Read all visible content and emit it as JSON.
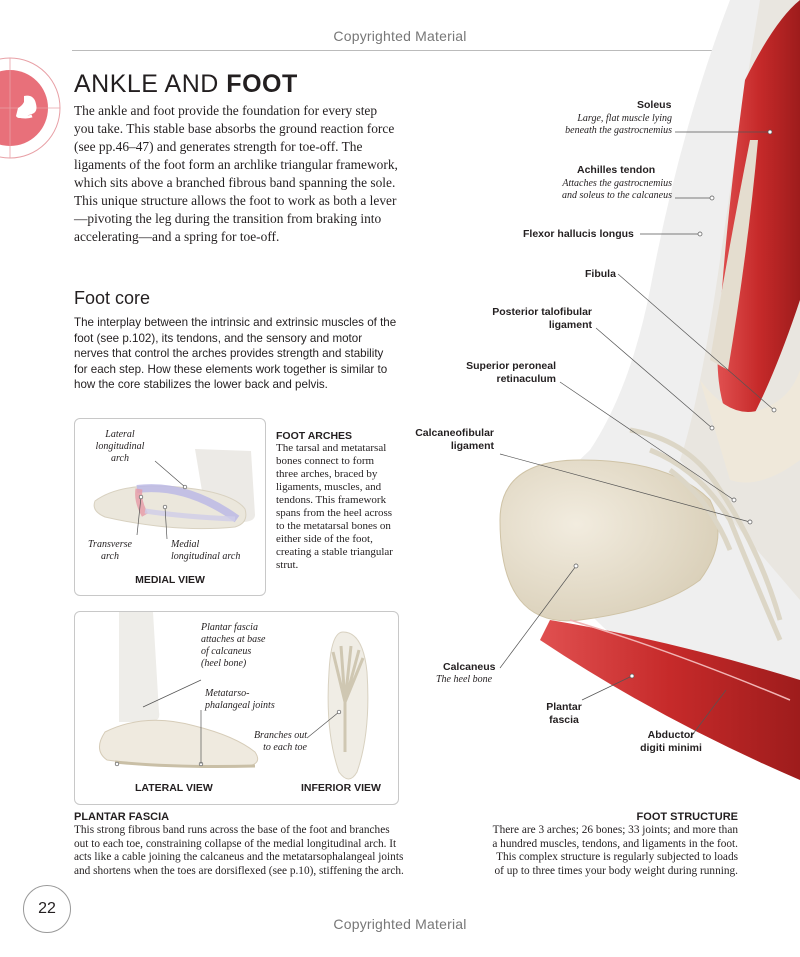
{
  "header": {
    "copyright": "Copyrighted Material"
  },
  "footer": {
    "copyright": "Copyrighted Material",
    "page_number": "22"
  },
  "title": {
    "light": "ANKLE AND",
    "bold": "FOOT"
  },
  "intro": "The ankle and foot provide the foundation for every step you take. This stable base absorbs the ground reaction force (see pp.46–47) and generates strength for toe-off. The ligaments of the foot form an archlike triangular framework, which sits above a branched fibrous band spanning the sole. This unique structure allows the foot to work as both a lever—pivoting the leg during the transition from braking into accelerating—and a spring for toe-off.",
  "foot_core": {
    "heading": "Foot core",
    "text": "The interplay between the intrinsic and extrinsic muscles of the foot (see p.102), its tendons, and the sensory and motor nerves that control the arches provides strength and stability for each step. How these elements work together is similar to how the core stabilizes the lower back and pelvis."
  },
  "medial_panel": {
    "lateral_arch": [
      "Lateral",
      "longitudinal",
      "arch"
    ],
    "transverse_arch": [
      "Transverse",
      "arch"
    ],
    "medial_arch": [
      "Medial",
      "longitudinal arch"
    ],
    "caption": "MEDIAL VIEW"
  },
  "foot_arches": {
    "heading": "FOOT ARCHES",
    "text": "The tarsal and metatarsal bones connect to form three arches, braced by ligaments, muscles, and tendons. This framework spans from the heel across to the metatarsal bones on either side of the foot, creating a stable triangular strut."
  },
  "plantar_panel": {
    "plantar_label": [
      "Plantar fascia",
      "attaches at base",
      "of calcaneus",
      "(heel bone)"
    ],
    "mtp_label": [
      "Metatarso-",
      "phalangeal joints"
    ],
    "branches_label": [
      "Branches out",
      "to each toe"
    ],
    "lateral_caption": "LATERAL VIEW",
    "inferior_caption": "INFERIOR VIEW"
  },
  "plantar_fascia": {
    "heading": "PLANTAR FASCIA",
    "text": "This strong fibrous band runs across the base of the foot and branches out to each toe, constraining collapse of the medial longitudinal arch. It acts like a cable joining the calcaneus and the metatarsophalangeal joints and shortens when the toes are dorsiflexed (see p.10), stiffening the arch."
  },
  "foot_structure": {
    "heading": "FOOT STRUCTURE",
    "text": "There are 3 arches; 26 bones; 33 joints; and more than a hundred muscles, tendons, and ligaments in the foot. This complex structure is regularly subjected to loads of up to three times your body weight during running."
  },
  "anatomy_labels": {
    "soleus": "Soleus",
    "soleus_desc": [
      "Large, flat muscle lying",
      "beneath the gastrocnemius"
    ],
    "achilles": "Achilles tendon",
    "achilles_desc": [
      "Attaches the gastrocnemius",
      "and soleus to the calcaneus"
    ],
    "flexor": "Flexor hallucis longus",
    "fibula": "Fibula",
    "post_talofibular": [
      "Posterior talofibular",
      "ligament"
    ],
    "sup_peroneal": [
      "Superior peroneal",
      "retinaculum"
    ],
    "calcaneofibular": [
      "Calcaneofibular",
      "ligament"
    ],
    "calcaneus": "Calcaneus",
    "calcaneus_desc": "The heel bone",
    "plantar_fascia": [
      "Plantar",
      "fascia"
    ],
    "abductor": [
      "Abductor",
      "digiti minimi"
    ]
  },
  "colors": {
    "muscle": "#c62a2a",
    "bone": "#e8e0cf",
    "tendon": "#e6e2d6",
    "badge": "#e8707a"
  }
}
